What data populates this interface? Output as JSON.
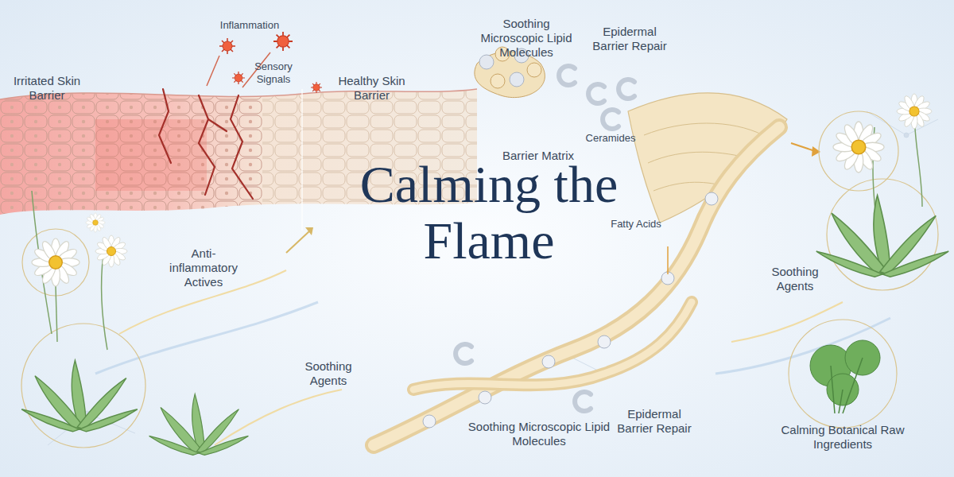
{
  "diagram": {
    "title": "Calming the Flame",
    "labels": [
      "Irritated Skin Barrier",
      "Inflammation",
      "Sensory Signals",
      "Healthy Skin Barrier",
      "Soothing Microscopic Lipid Molecules",
      "Epidermal Barrier Repair",
      "Ceramides",
      "Barrier Matrix",
      "Fatty Acids",
      "Anti-inflammatory Actives",
      "Soothing Agents",
      "Soothing Agents",
      "Soothing Microscopic Lipid Molecules",
      "Epidermal Barrier Repair",
      "Calming Botanical Raw Ingredients"
    ]
  }
}
